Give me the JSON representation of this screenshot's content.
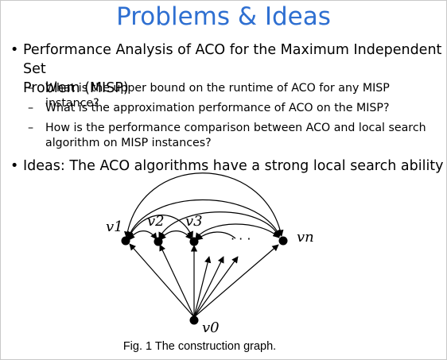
{
  "title": "Problems & Ideas",
  "bullet_main": "Performance Analysis of ACO for the Maximum Independent Set Problem (MISP)",
  "bullet_main_line1": "Performance Analysis of ACO for the Maximum Independent Set",
  "bullet_main_line2": "Problem (MISP)",
  "sub_bullets": [
    {
      "line1": "What is the upper bound on the runtime of ACO for any MISP instance?",
      "line2": ""
    },
    {
      "line1": "What is the approximation performance of ACO on the MISP?",
      "line2": ""
    },
    {
      "line1": "How is the performance comparison between ACO and local search",
      "line2": "algorithm on MISP instances?"
    }
  ],
  "bullet_ideas": "Ideas: The ACO algorithms have a strong local search ability",
  "graph": {
    "node_labels": [
      "v1",
      "v2",
      "v3",
      "vn",
      "v0"
    ],
    "ellipsis": "· · ·"
  },
  "caption": "Fig. 1 The construction graph.",
  "colors": {
    "title": "#2e6fd1",
    "text": "#000000",
    "border": "#c8c8c8"
  }
}
